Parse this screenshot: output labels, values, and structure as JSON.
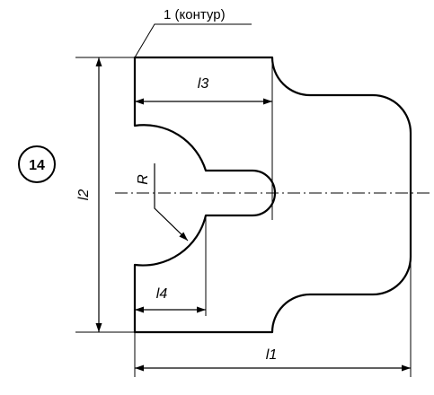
{
  "diagram": {
    "variant_number": "14",
    "contour_callout": "1 (контур)",
    "radius_label": "R",
    "dimensions": {
      "l1": "l1",
      "l2": "l2",
      "l3": "l3",
      "l4": "l4"
    }
  }
}
